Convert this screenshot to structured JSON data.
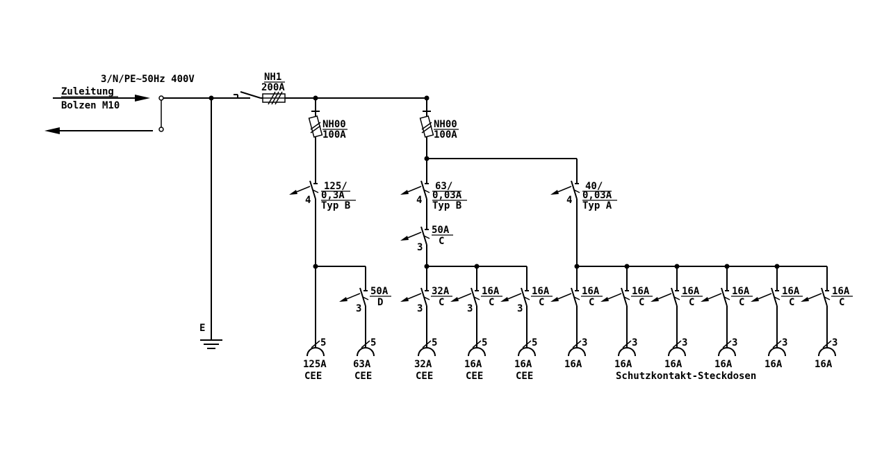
{
  "supply": {
    "spec": "3/N/PE~50Hz 400V",
    "line1": "Zuleitung",
    "line2": "Bolzen M10",
    "earth_label": "E"
  },
  "main_fuse": {
    "name": "NH1",
    "rating": "200A"
  },
  "fuses": [
    {
      "name": "NH00",
      "rating": "100A"
    },
    {
      "name": "NH00",
      "rating": "100A"
    }
  ],
  "rcds": [
    {
      "poles": "4",
      "line1": "125/",
      "line2": "0,3A",
      "line3": "Typ B"
    },
    {
      "poles": "4",
      "line1": "63/",
      "line2": "0,03A",
      "line3": "Typ B"
    },
    {
      "poles": "4",
      "line1": "40/",
      "line2": "0,03A",
      "line3": "Typ A"
    }
  ],
  "sub_breaker": {
    "poles": "3",
    "rating": "50A",
    "curve": "C"
  },
  "breakers": [
    {
      "poles": "3",
      "rating": "50A",
      "curve": "D"
    },
    {
      "poles": "3",
      "rating": "32A",
      "curve": "C"
    },
    {
      "poles": "3",
      "rating": "16A",
      "curve": "C"
    },
    {
      "poles": "3",
      "rating": "16A",
      "curve": "C"
    },
    {
      "poles": "",
      "rating": "16A",
      "curve": "C"
    },
    {
      "poles": "",
      "rating": "16A",
      "curve": "C"
    },
    {
      "poles": "",
      "rating": "16A",
      "curve": "C"
    },
    {
      "poles": "",
      "rating": "16A",
      "curve": "C"
    },
    {
      "poles": "",
      "rating": "16A",
      "curve": "C"
    },
    {
      "poles": "",
      "rating": "16A",
      "curve": "C"
    }
  ],
  "outlets": [
    {
      "poles": "5",
      "rating": "125A",
      "type": "CEE"
    },
    {
      "poles": "5",
      "rating": "63A",
      "type": "CEE"
    },
    {
      "poles": "5",
      "rating": "32A",
      "type": "CEE"
    },
    {
      "poles": "5",
      "rating": "16A",
      "type": "CEE"
    },
    {
      "poles": "5",
      "rating": "16A",
      "type": "CEE"
    },
    {
      "poles": "3",
      "rating": "16A",
      "type": ""
    },
    {
      "poles": "3",
      "rating": "16A",
      "type": ""
    },
    {
      "poles": "3",
      "rating": "16A",
      "type": ""
    },
    {
      "poles": "3",
      "rating": "16A",
      "type": ""
    },
    {
      "poles": "3",
      "rating": "16A",
      "type": ""
    },
    {
      "poles": "3",
      "rating": "16A",
      "type": ""
    }
  ],
  "outlet_group_label": "Schutzkontakt-Steckdosen"
}
